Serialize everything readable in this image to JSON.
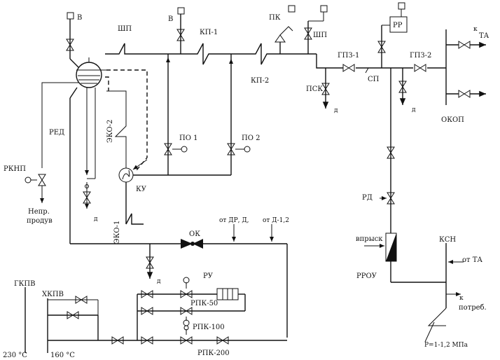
{
  "labels": {
    "v_left": "В",
    "v_mid": "В",
    "shp_top": "ШП",
    "kp1": "КП-1",
    "pk": "ПК",
    "shp_right": "ШП",
    "kp2": "КП-2",
    "rr": "РР",
    "gpz1": "ГПЗ-1",
    "gpz2": "ГПЗ-2",
    "k_ta_top": "к",
    "ta_top": "ТА",
    "psk": "ПСК",
    "sp": "СП",
    "okop": "ОКОП",
    "d_psk": "д",
    "d_gpz2": "д",
    "red": "РЕД",
    "eko2": "ЭКО-2",
    "po1": "ПО 1",
    "po2": "ПО 2",
    "rkip": "РКНП",
    "ku": "КУ",
    "nepr": "Непр.",
    "produv": "продув",
    "d_left": "д",
    "eko1": "ЭКО-1",
    "rd": "РД",
    "ot_dr": "от ДР, Д,",
    "ot_d12": "от Д-1,2",
    "ok": "ОК",
    "vprysk": "впрыск",
    "ksn": "КСН",
    "d_ok": "д",
    "ru": "РУ",
    "rrou": "РРОУ",
    "ot_ta": "от ТА",
    "gkpv": "ГКПВ",
    "khkpv": "ХКПВ",
    "rpk50": "РПК-50",
    "rpk100": "РПК-100",
    "k_potreb": "к",
    "potreb": "потреб.",
    "rpk200": "РПК-200",
    "v230": "230 °С",
    "v160": "160 °С",
    "pressure": "Р=1-1,2 МПа"
  }
}
